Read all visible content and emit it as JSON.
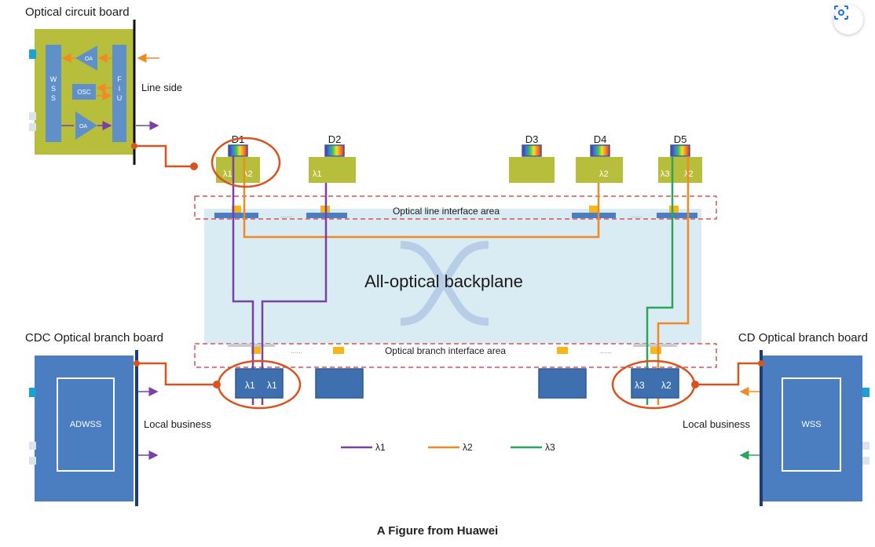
{
  "optical_circuit_board": {
    "title": "Optical circuit board",
    "wss_label": "W\nS\nS",
    "fiu_label": "F\nI\nU",
    "oa_label": "OA",
    "osc_label": "OSC",
    "line_side": "Line side"
  },
  "nodes": [
    "D1",
    "D2",
    "D3",
    "D4",
    "D5"
  ],
  "line_module_labels": {
    "d1": [
      "λ1",
      "λ2"
    ],
    "d2": [
      "λ1"
    ],
    "d4": [
      "λ2"
    ],
    "d5": [
      "λ3",
      "λ2"
    ]
  },
  "backplane": {
    "title": "All-optical backplane",
    "line_interface": "Optical line interface area",
    "branch_interface": "Optical branch interface area",
    "dots": "......"
  },
  "cdc_board": {
    "title": "CDC Optical branch board",
    "inner": "ADWSS",
    "local": "Local business",
    "module": [
      "λ1",
      "λ1"
    ]
  },
  "cd_board": {
    "title": "CD Optical branch board",
    "inner": "WSS",
    "local": "Local business",
    "module": [
      "λ3",
      "λ2"
    ]
  },
  "legend": [
    {
      "label": "λ1",
      "color": "#7b3fa6"
    },
    {
      "label": "λ2",
      "color": "#f08a24"
    },
    {
      "label": "λ3",
      "color": "#2aa55a"
    }
  ],
  "colors": {
    "board_green": "#b7be3b",
    "inner_blue": "#5f90c8",
    "branch_blue": "#4a7ec0",
    "accent_red": "#d9531e",
    "backplane": "#d9ebf3",
    "interface_dash": "#e05050",
    "connector_yellow": "#f6b619"
  },
  "caption": "A Figure from Huawei",
  "lens_button_icon": "lens-icon"
}
